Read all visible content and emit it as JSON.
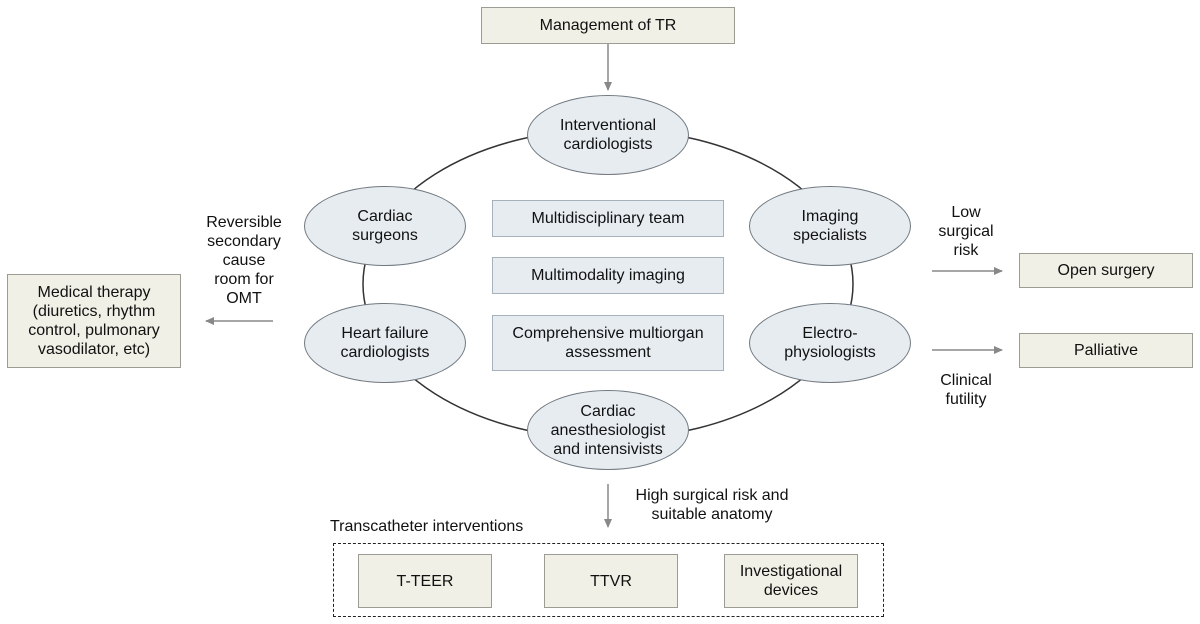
{
  "top": {
    "title": "Management of TR"
  },
  "team": {
    "interventional": "Interventional\ncardiologists",
    "surgeons": "Cardiac\nsurgeons",
    "imaging": "Imaging\nspecialists",
    "heart_failure": "Heart failure\ncardiologists",
    "electrophysiologists": "Electro-\nphysiologists",
    "anesthesiologist": "Cardiac\nanesthesiologist\nand intensivists"
  },
  "center": {
    "multidisciplinary": "Multidisciplinary team",
    "multimodality": "Multimodality imaging",
    "comprehensive": "Comprehensive multiorgan\nassessment"
  },
  "left": {
    "condition": "Reversible\nsecondary\ncause\nroom for\nOMT",
    "medical": "Medical therapy\n(diuretics, rhythm\ncontrol, pulmonary\nvasodilator, etc)"
  },
  "right": {
    "low_risk": "Low\nsurgical\nrisk",
    "open_surgery": "Open surgery",
    "palliative": "Palliative",
    "futility": "Clinical\nfutility"
  },
  "bottom": {
    "high_risk": "High surgical risk and\nsuitable anatomy",
    "transcatheter_title": "Transcatheter interventions",
    "teer": "T-TEER",
    "ttvr": "TTVR",
    "investigational": "Investigational\ndevices"
  }
}
